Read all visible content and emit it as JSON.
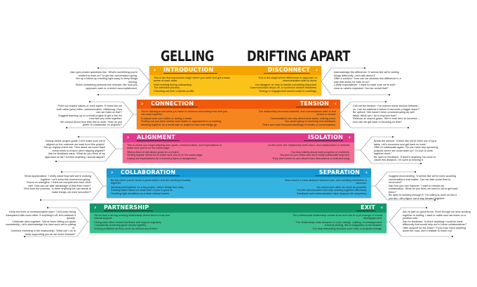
{
  "headers": {
    "left": "GELLING",
    "right": "DRIFTING APART"
  },
  "colors": {
    "introduction": {
      "hdr": "#f5a300",
      "body": "#fbc21a"
    },
    "connection": {
      "hdr": "#f05a0a",
      "body": "#f7851f"
    },
    "alignment": {
      "hdr": "#e03a8c",
      "body": "#f26f96"
    },
    "collaboration": {
      "hdr": "#169ad3",
      "body": "#35b4e2"
    },
    "partnership": {
      "hdr": "#11976a",
      "body": "#3cc290"
    }
  },
  "stages": [
    {
      "left_title": "INTRODUCTION",
      "left_desc": "This is the first impression stage where you meet and get a basic sense of each other.",
      "left_examples": "First meeting during onboarding.\nThe interview process.\nChecking out their LinkedIn profile.",
      "right_title": "DISCONNECT",
      "right_desc": "This is the stage where differences in approach or communication start to show.",
      "right_examples": "You disagree on how to handle something important.\nCommunication drops off, or someone misses deadlines.\nEnergy or engagement seems lower in meetings.",
      "left_note": "Ask open-ended questions like, 'What's something you're excited to work on?' to get the conversation going.\nSet up a follow-up meeting right away to keep things moving.\nShare something personal but relevant, like how you approach work or a recent accomplishment.",
      "right_note": "Acknowledge the difference: 'It seems like we're seeing things differently—let's talk about it.'\nOffer a solution: 'How can we address this difference in a way that works for both of us?'\nClarify expectations: 'I want to make sure we're both clear on what's expected. Can we revisit that?'"
    },
    {
      "left_title": "CONNECTION",
      "left_desc": "You're starting to see what you have in common and testing how well you can work together.",
      "left_examples": "A casual chat over coffee or during a break.\nFinding out you have similar work styles or approaches in a meeting.\nWorking together on a small task or project to see how things go.",
      "right_title": "TENSION",
      "right_desc": "The relationship becomes strained, and conversations start to feel forced or formal.",
      "right_examples": "Conversations are only about work tasks, nothing more.\nYou avoid giving or receiving real feedback.\nThere are more misunderstandings in emails or conversations.",
      "left_note": "Point out shared values or work styles: 'It looks like we both value [your] ethic, communication, efficiency]. How can we build on that?'\nSuggest teaming up on a small project to get a feel for how well you work together.\nBe curious about how they like to work: 'How do you prefer to collaborate on projects?'",
      "right_note": "Call out the tension: 'I've noticed some tension between us. Can we address it before it becomes a bigger issue?'\nBe upfront: 'We haven't been communicating as well lately. What can I do to improve that?'\nRefocus on shared goals: 'We're both here to succeed—how can we get back to focusing on that?'"
    },
    {
      "left_title": "ALIGNMENT",
      "left_desc": "This is where you begin aligning your goals, communication, and expectations to make sure you're on the same page.",
      "left_examples": "Sitting down to talk about goals for a project.\nSetting regular check-ins to make sure you're on the same page.\nLaying out expectations for a shared project or assignment.",
      "right_title": "ISOLATION",
      "right_desc": "At this point, the relationship feels stuck, and collaboration is minimal.",
      "right_examples": "You stop talking about work progress or problems.\nYou just do your tasks and don't really collaborate anymore.\nThey don't seem to care about team discussions or brainstorming.",
      "left_note": "Clearly define project goals: 'Let's make sure we're aligned on the outcome we want from this project.'\nSet up regular check-ins: 'How about we touch base every week to ensure we're staying aligned?'\nAsk for feedback early: 'What do you think of my approach so far? Is there anything I should adjust?'",
      "right_note": "Break the silence: 'It feels like we've been out of sync lately. Let's reconnect and get back on track.'\nOffer to collaborate again: 'Do you have any upcoming projects where we could team up? I'd love to work together more.'\nBe open to feedback: 'If there's anything I've done to cause this distance, I'm open to hearing it.'"
    },
    {
      "left_title": "COLLABORATION",
      "left_desc": "By this point, you've found a good rhythm and are working smoothly together.",
      "left_examples": "Working well together on a big project, where things feel easy.\nDividing tasks based on what each of you is good at.\nHandling tight deadlines as a team without issues.",
      "right_title": "SEPARATION",
      "right_desc": "Now, there's a clear distance between you, and avoiding interaction is common.",
      "right_examples": "You avoid each other as much as possible.\nYou feel disconnected and stop working together effectively.\nFeedback and communication have dropped off completely.",
      "left_note": "Show appreciation: 'I really value how well we're working together. Let's keep this momentum going.'\nFocus on strengths: 'I think we complement each other well. How can we take advantage of that even more?'\nFine-tune the process: 'Is there anything we can tweak to make things run even smoother?'",
      "right_note": "Suggest reconnecting: 'It seems like we've been avoiding conversations that matter. Can we take some time to reconnect?'\nAsk how you can improve: 'I want to rebuild our collaboration. What do you think we need to do to get back there?'\nBe open to working through it: 'I'm willing to work on this if you are—let's figure out a way forward together.'"
    },
    {
      "left_title": "PARTNERSHIP",
      "left_desc": "You've built a strong working relationship where there's trust and mutual support.",
      "left_examples": "Giving each other honest feedback and support regularly.\nConsistently achieving good results together.\nSolving problems as they come up without any friction.",
      "right_title": "EXIT",
      "right_desc": "The professional relationship comes to an end due to a job change or formal disengagement.",
      "right_examples": "The relationship ends because of a job change, quitting, or reassignment.\nA formal parting, like a resignation or termination.\nYou stop interacting because your roles or projects change.",
      "left_note": "Keep the lines of communication open: 'Let's keep being transparent with each other. If anything's off, let's address it quickly.'\nCelebrate wins together: 'We've been hitting our goals consistently—let's acknowledge the hard work we're putting in.'\nContinue investing in the relationship: 'What can I do to keep supporting you as we move forward?'",
      "right_note": "Aim to part on good terms: 'Even though our time working together is ending, I want to make sure we leave on a positive note.'\nAsk for feedback: 'Is there anything I could've done differently that would help me in future collaborations?'\nOffer support for the future: 'If you ever need anything down the road, don't hesitate to reach out.'"
    }
  ],
  "icons": {
    "left_chevron": "›",
    "right_chevron": "‹"
  }
}
